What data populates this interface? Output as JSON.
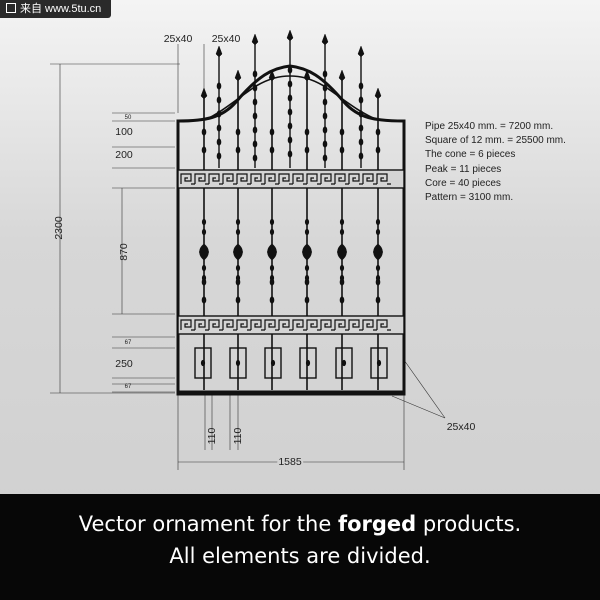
{
  "watermark": "来自 www.5tu.cn",
  "dimensions": {
    "top_left": "25x40",
    "top_right": "25x40",
    "d50": "50",
    "d100": "100",
    "d200": "200",
    "d2300": "2300",
    "d870": "870",
    "d67_top": "67",
    "d250": "250",
    "d67_bottom": "67",
    "d110_left": "110",
    "d110_right": "110",
    "d1585": "1585",
    "bottom_right": "25x40"
  },
  "specs": [
    "Pipe 25x40 mm. = 7200 mm.",
    "Square of 12 mm. = 25500 mm.",
    "The cone = 6 pieces",
    "Peak = 11 pieces",
    "Core = 40 pieces",
    "Pattern = 3100 mm."
  ],
  "footer": {
    "line1_before": "Vector ornament for the ",
    "line1_bold": "forged",
    "line1_after": " products.",
    "line2": "All elements are divided."
  },
  "colors": {
    "ink": "#111111",
    "footer_bg": "#070707",
    "footer_text": "#ffffff"
  }
}
